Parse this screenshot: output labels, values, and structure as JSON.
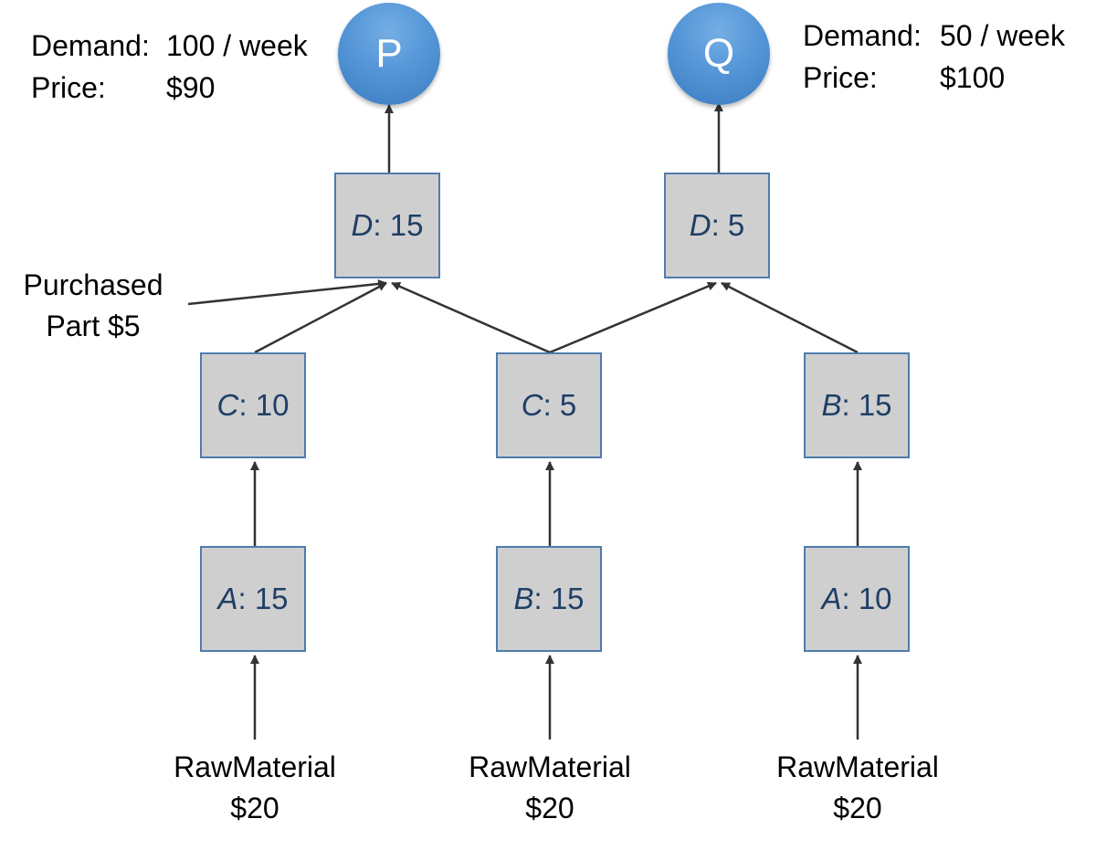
{
  "products": [
    {
      "id": "P",
      "label": "P",
      "demand_label": "Demand:",
      "demand_value": "100 / week",
      "price_label": "Price:",
      "price_value": "$90"
    },
    {
      "id": "Q",
      "label": "Q",
      "demand_label": "Demand:",
      "demand_value": "50 / week",
      "price_label": "Price:",
      "price_value": "$100"
    }
  ],
  "steps": {
    "d_p": {
      "resource": "D",
      "time": ": 15"
    },
    "d_q": {
      "resource": "D",
      "time": ": 5"
    },
    "c_left": {
      "resource": "C",
      "time": ": 10"
    },
    "c_mid": {
      "resource": "C",
      "time": ": 5"
    },
    "b_right": {
      "resource": "B",
      "time": ": 15"
    },
    "a_left": {
      "resource": "A",
      "time": ": 15"
    },
    "b_mid": {
      "resource": "B",
      "time": ": 15"
    },
    "a_right": {
      "resource": "A",
      "time": ": 10"
    }
  },
  "raw_materials": [
    {
      "line1": "RawMaterial",
      "line2": "$20"
    },
    {
      "line1": "RawMaterial",
      "line2": "$20"
    },
    {
      "line1": "RawMaterial",
      "line2": "$20"
    }
  ],
  "purchased_part": {
    "line1": "Purchased",
    "line2": "Part $5"
  },
  "colors": {
    "product_fill": "#5596d8",
    "step_fill": "#d0cfd0",
    "step_border": "#4f7cad",
    "step_text": "#1f3f66",
    "arrow": "#333333"
  }
}
